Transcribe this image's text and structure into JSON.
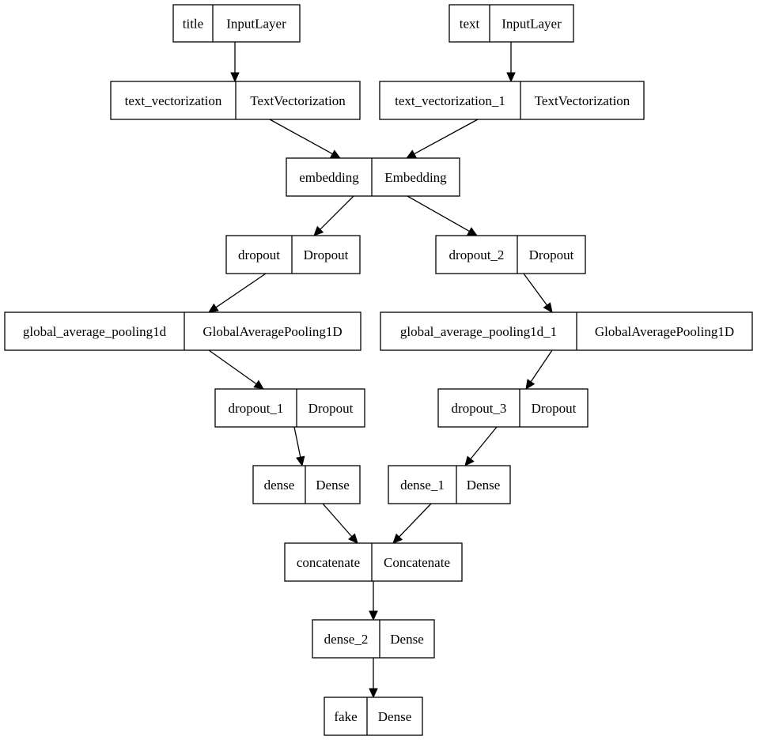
{
  "diagram": {
    "nodes": [
      {
        "id": "title",
        "name": "title",
        "type": "InputLayer"
      },
      {
        "id": "text",
        "name": "text",
        "type": "InputLayer"
      },
      {
        "id": "text_vectorization",
        "name": "text_vectorization",
        "type": "TextVectorization"
      },
      {
        "id": "text_vectorization_1",
        "name": "text_vectorization_1",
        "type": "TextVectorization"
      },
      {
        "id": "embedding",
        "name": "embedding",
        "type": "Embedding"
      },
      {
        "id": "dropout",
        "name": "dropout",
        "type": "Dropout"
      },
      {
        "id": "dropout_2",
        "name": "dropout_2",
        "type": "Dropout"
      },
      {
        "id": "global_average_pooling1d",
        "name": "global_average_pooling1d",
        "type": "GlobalAveragePooling1D"
      },
      {
        "id": "global_average_pooling1d_1",
        "name": "global_average_pooling1d_1",
        "type": "GlobalAveragePooling1D"
      },
      {
        "id": "dropout_1",
        "name": "dropout_1",
        "type": "Dropout"
      },
      {
        "id": "dropout_3",
        "name": "dropout_3",
        "type": "Dropout"
      },
      {
        "id": "dense",
        "name": "dense",
        "type": "Dense"
      },
      {
        "id": "dense_1",
        "name": "dense_1",
        "type": "Dense"
      },
      {
        "id": "concatenate",
        "name": "concatenate",
        "type": "Concatenate"
      },
      {
        "id": "dense_2",
        "name": "dense_2",
        "type": "Dense"
      },
      {
        "id": "fake",
        "name": "fake",
        "type": "Dense"
      }
    ],
    "edges": [
      {
        "from": "title",
        "to": "text_vectorization"
      },
      {
        "from": "text",
        "to": "text_vectorization_1"
      },
      {
        "from": "text_vectorization",
        "to": "embedding"
      },
      {
        "from": "text_vectorization_1",
        "to": "embedding"
      },
      {
        "from": "embedding",
        "to": "dropout"
      },
      {
        "from": "embedding",
        "to": "dropout_2"
      },
      {
        "from": "dropout",
        "to": "global_average_pooling1d"
      },
      {
        "from": "dropout_2",
        "to": "global_average_pooling1d_1"
      },
      {
        "from": "global_average_pooling1d",
        "to": "dropout_1"
      },
      {
        "from": "global_average_pooling1d_1",
        "to": "dropout_3"
      },
      {
        "from": "dropout_1",
        "to": "dense"
      },
      {
        "from": "dropout_3",
        "to": "dense_1"
      },
      {
        "from": "dense",
        "to": "concatenate"
      },
      {
        "from": "dense_1",
        "to": "concatenate"
      },
      {
        "from": "concatenate",
        "to": "dense_2"
      },
      {
        "from": "dense_2",
        "to": "fake"
      }
    ]
  }
}
